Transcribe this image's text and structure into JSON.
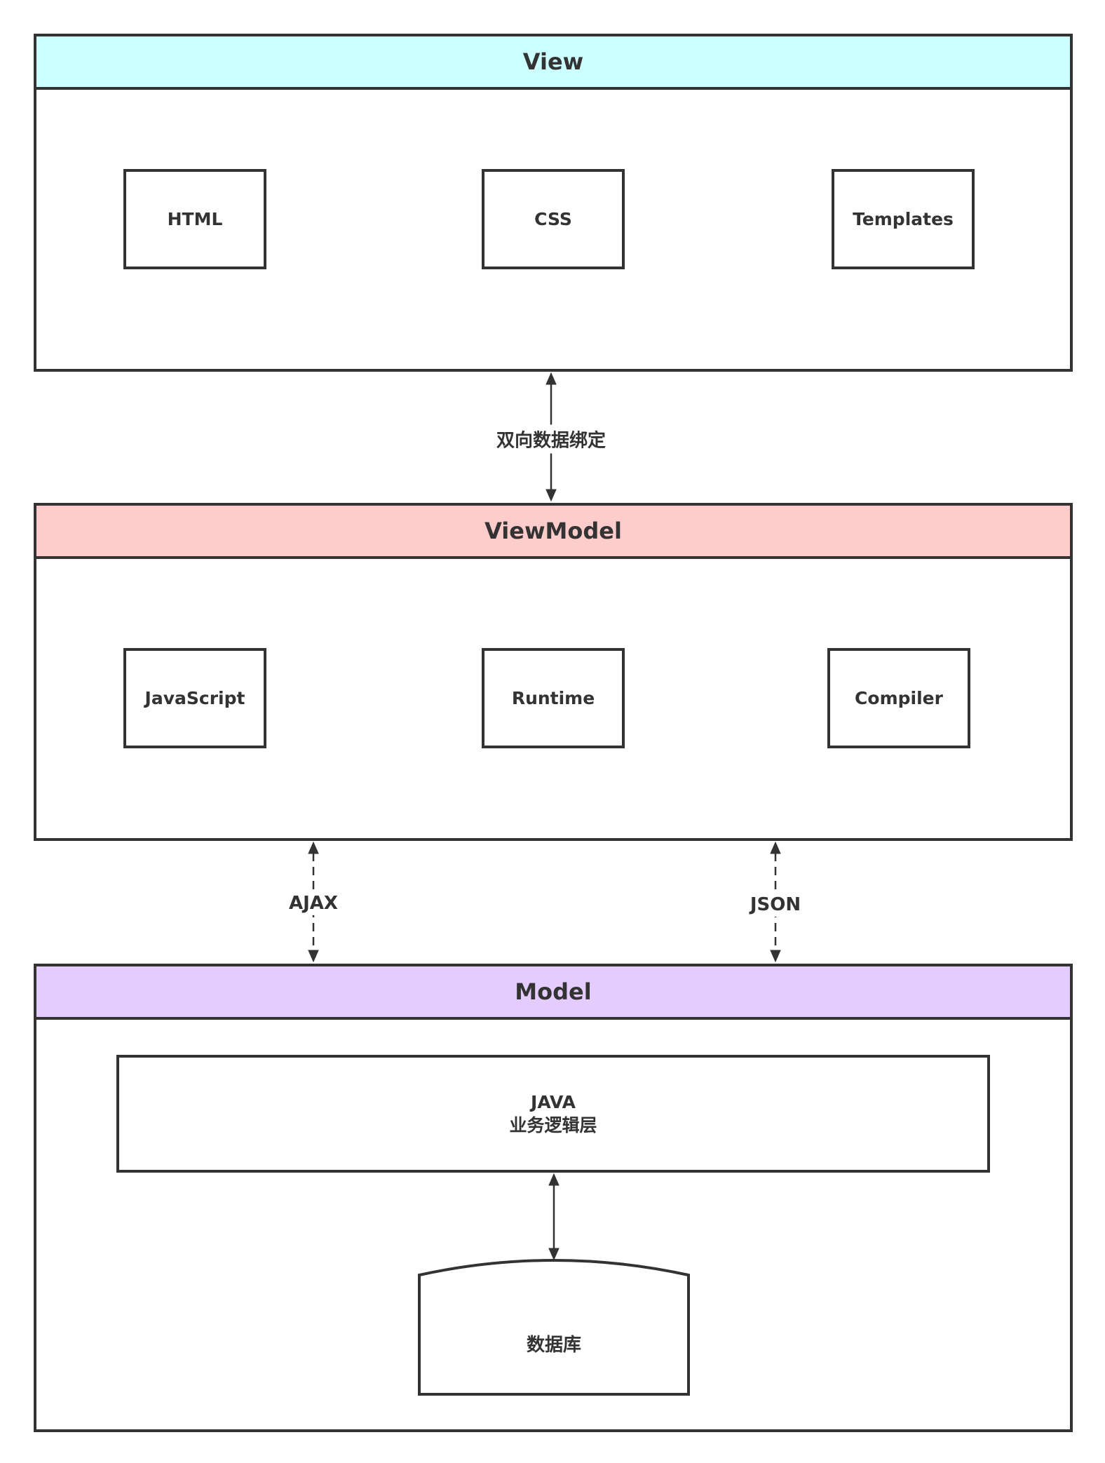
{
  "view": {
    "title": "View",
    "header_color": "#ccffff",
    "components": [
      "HTML",
      "CSS",
      "Templates"
    ]
  },
  "binding": {
    "label": "双向数据绑定"
  },
  "viewmodel": {
    "title": "ViewModel",
    "header_color": "#ffcccc",
    "components": [
      "JavaScript",
      "Runtime",
      "Compiler"
    ]
  },
  "transport": {
    "left_label": "AJAX",
    "right_label": "JSON"
  },
  "model": {
    "title": "Model",
    "header_color": "#e5ccff",
    "business": {
      "line1": "JAVA",
      "line2": "业务逻辑层"
    },
    "database": "数据库"
  }
}
